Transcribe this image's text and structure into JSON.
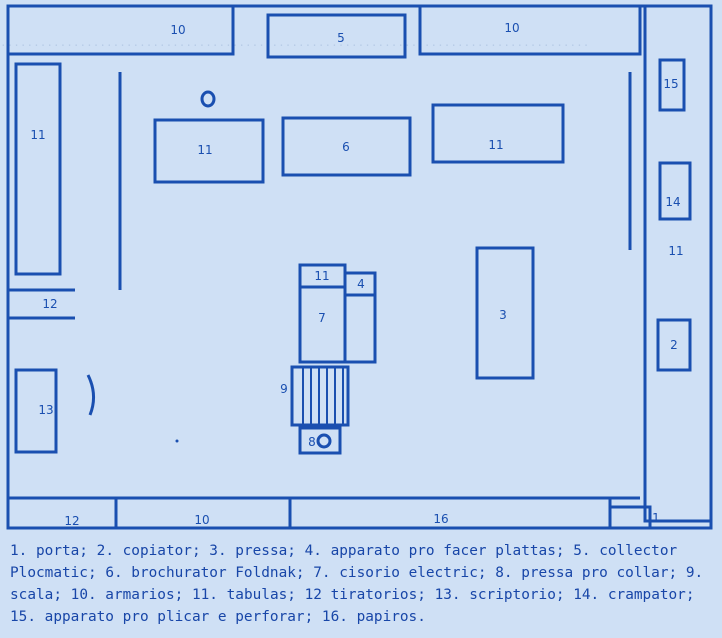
{
  "diagram": {
    "rooms": [
      {
        "id": "r10a",
        "label": "10"
      },
      {
        "id": "r10b",
        "label": "10"
      },
      {
        "id": "r5",
        "label": "5"
      },
      {
        "id": "r11-left",
        "label": "11"
      },
      {
        "id": "r11-mid",
        "label": "11"
      },
      {
        "id": "r6",
        "label": "6"
      },
      {
        "id": "r11-right",
        "label": "11"
      },
      {
        "id": "r15",
        "label": "15"
      },
      {
        "id": "r14",
        "label": "14"
      },
      {
        "id": "r11-far",
        "label": "11"
      },
      {
        "id": "r11-small",
        "label": "11"
      },
      {
        "id": "r4",
        "label": "4"
      },
      {
        "id": "r7",
        "label": "7"
      },
      {
        "id": "r3",
        "label": "3"
      },
      {
        "id": "r2",
        "label": "2"
      },
      {
        "id": "r12a",
        "label": "12"
      },
      {
        "id": "r9",
        "label": "9"
      },
      {
        "id": "r13",
        "label": "13"
      },
      {
        "id": "r8",
        "label": "8"
      },
      {
        "id": "r12b",
        "label": "12"
      },
      {
        "id": "r10c",
        "label": "10"
      },
      {
        "id": "r16",
        "label": "16"
      },
      {
        "id": "r1",
        "label": "1"
      }
    ]
  },
  "legend": {
    "items": [
      "1. porta;",
      "2. copiator;",
      "3. pressa;",
      "4. apparato pro facer plattas;",
      "5. collector Plocmatic;",
      "6. brochurator Foldnak;",
      "7. cisorio electric;",
      "8. pressa pro collar;",
      "9. scala;",
      "10. armarios;",
      "11. tabulas;",
      "12 tiratorios;",
      "13. scriptorio;",
      "14. crampator;",
      "15. apparato pro plicar e perforar;",
      "16. papiros."
    ]
  },
  "colors": {
    "background": "#cfe0f5",
    "ink": "#1a4fb0"
  }
}
